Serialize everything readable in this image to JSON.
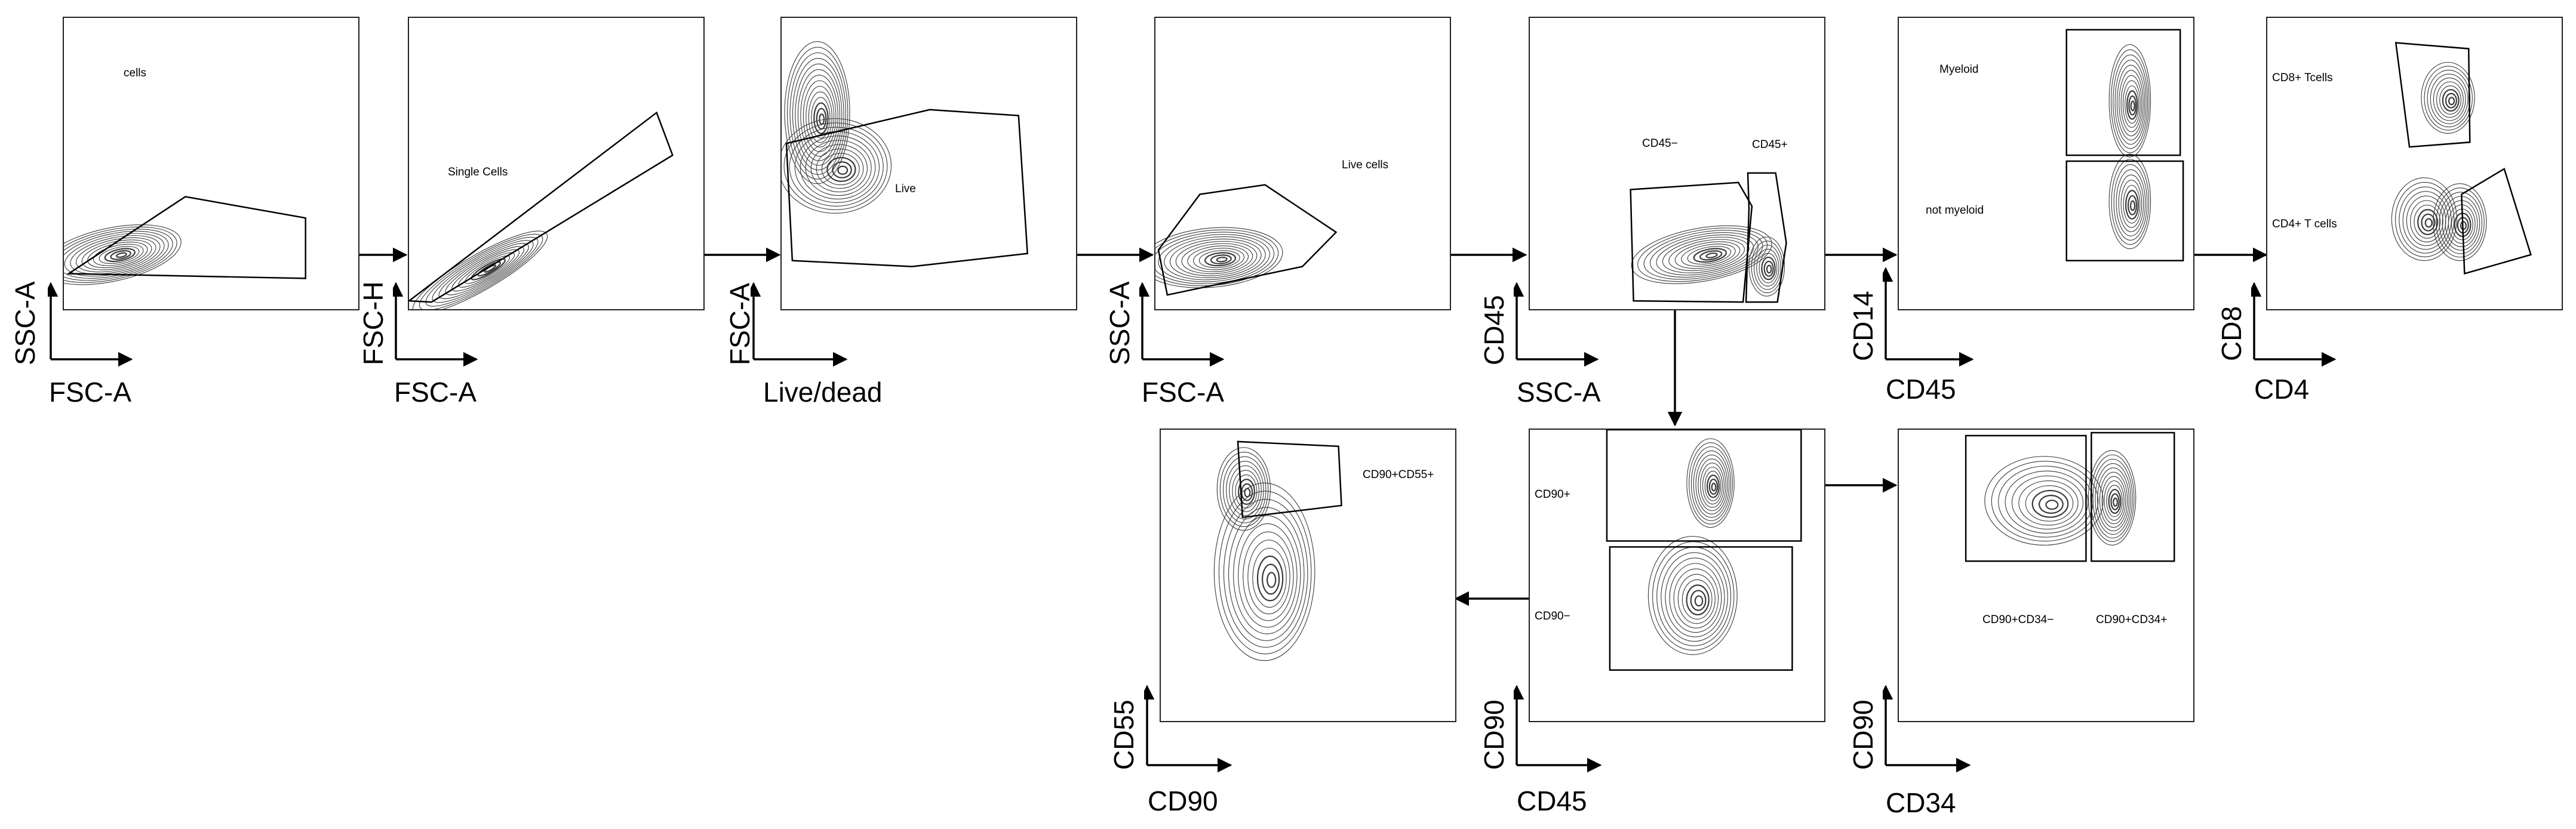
{
  "panels": {
    "p1": {
      "x_axis": "FSC-A",
      "y_axis": "SSC-A",
      "gates": [
        "cells"
      ]
    },
    "p2": {
      "x_axis": "FSC-A",
      "y_axis": "FSC-H",
      "gates": [
        "Single Cells"
      ]
    },
    "p3": {
      "x_axis": "Live/dead",
      "y_axis": "FSC-A",
      "gates": [
        "Live"
      ]
    },
    "p4": {
      "x_axis": "FSC-A",
      "y_axis": "SSC-A",
      "gates": [
        "Live cells"
      ]
    },
    "p5": {
      "x_axis": "SSC-A",
      "y_axis": "CD45",
      "gates": [
        "CD45−",
        "CD45+"
      ]
    },
    "p6": {
      "x_axis": "CD45",
      "y_axis": "CD14",
      "gates": [
        "Myeloid",
        "not myeloid"
      ]
    },
    "p7": {
      "x_axis": "CD4",
      "y_axis": "CD8",
      "gates": [
        "CD8+ Tcells",
        "CD4+ T cells"
      ]
    },
    "p8": {
      "x_axis": "CD90",
      "y_axis": "CD55",
      "gates": [
        "CD90+CD55+"
      ]
    },
    "p9": {
      "x_axis": "CD45",
      "y_axis": "CD90",
      "gates": [
        "CD90+",
        "CD90−"
      ]
    },
    "p10": {
      "x_axis": "CD34",
      "y_axis": "CD90",
      "gates": [
        "CD90+CD34−",
        "CD90+CD34+"
      ]
    }
  },
  "colors": {
    "contour": "#3a3a3a",
    "gate": "#000000",
    "arrow": "#000000"
  }
}
